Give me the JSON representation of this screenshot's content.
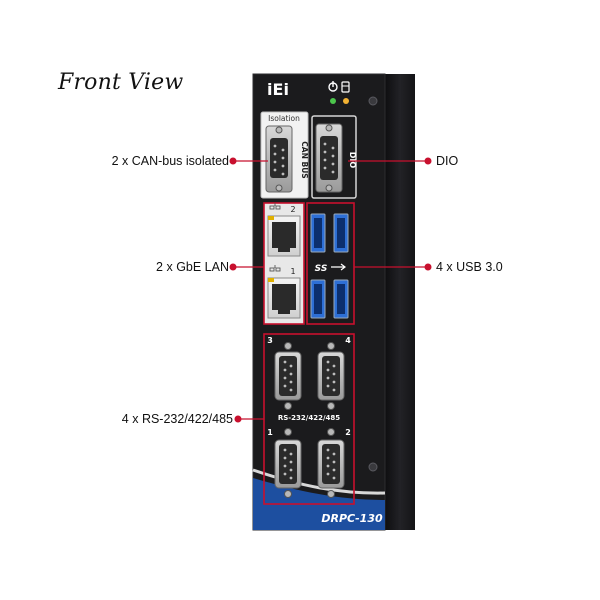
{
  "title": "Front View",
  "brand_logo": "iEi",
  "device_model": "DRPC-130",
  "panel_text": {
    "isolation": "Isolation",
    "can_bus": "CAN BUS",
    "dio": "DIO",
    "lan_port_2": "2",
    "lan_port_1": "1",
    "usb_logo": "SS",
    "rs_label": "RS-232/422/485",
    "com_3": "3",
    "com_4": "4",
    "com_1": "1",
    "com_2": "2"
  },
  "callouts": {
    "can_bus": "2 x CAN-bus isolated",
    "dio": "DIO",
    "lan": "2 x GbE LAN",
    "usb": "4 x USB 3.0",
    "serial": "4 x RS-232/422/485"
  },
  "colors": {
    "callout_red": "#c8102e",
    "chassis": "#1b1b1d",
    "accent_blue": "#1d4fa0",
    "usb_blue": "#2d6fd6",
    "led_green": "#4cc64c",
    "led_amber": "#f2b233"
  },
  "icons": [
    "power-icon",
    "storage-icon",
    "network-icon",
    "usb-superspeed-icon"
  ]
}
